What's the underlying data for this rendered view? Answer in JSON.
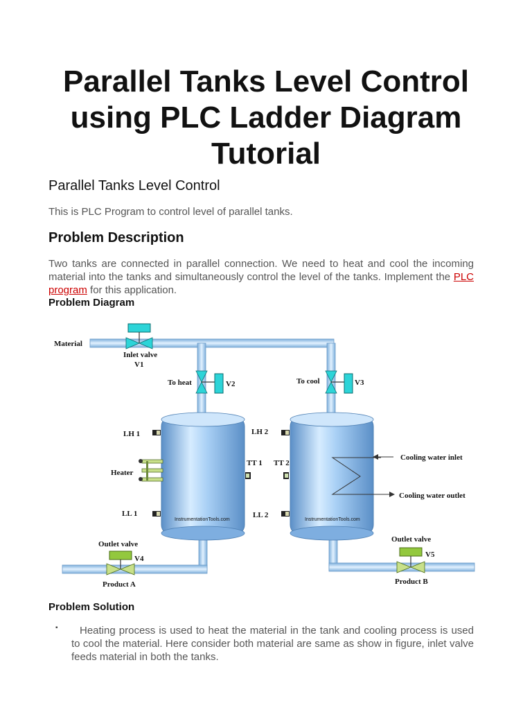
{
  "title": "Parallel Tanks Level Control using PLC Ladder Diagram Tutorial",
  "section1": {
    "heading": "Parallel Tanks Level Control",
    "text": "This is PLC Program to control level of parallel tanks."
  },
  "section2": {
    "heading": "Problem Description",
    "text_before": "Two tanks are connected in parallel connection. We need to heat and cool the incoming material into the tanks and simultaneously control the level of the tanks. Implement the ",
    "link": "PLC program",
    "text_after": " for this application.",
    "diagram_heading": "Problem Diagram"
  },
  "diagram": {
    "material": "Material",
    "inlet_valve": "Inlet valve",
    "v1": "V1",
    "to_heat": "To heat",
    "v2": "V2",
    "to_cool": "To cool",
    "v3": "V3",
    "lh1": "LH 1",
    "lh2": "LH 2",
    "heater": "Heater",
    "tt1": "TT 1",
    "tt2": "TT 2",
    "ll1": "LL 1",
    "ll2": "LL 2",
    "cooling_inlet": "Cooling water inlet",
    "cooling_outlet": "Cooling water outlet",
    "watermark": "InstrumentationTools.com",
    "outlet_valve_a": "Outlet valve",
    "v4": "V4",
    "product_a": "Product A",
    "outlet_valve_b": "Outlet valve",
    "v5": "V5",
    "product_b": "Product B"
  },
  "section3": {
    "heading": "Problem Solution",
    "bullet_mark": "▪",
    "bullet1": "Heating process is used to heat the material in the tank and cooling process is used to cool the material. Here consider both material are same as show in figure, inlet valve feeds material in both the tanks."
  }
}
